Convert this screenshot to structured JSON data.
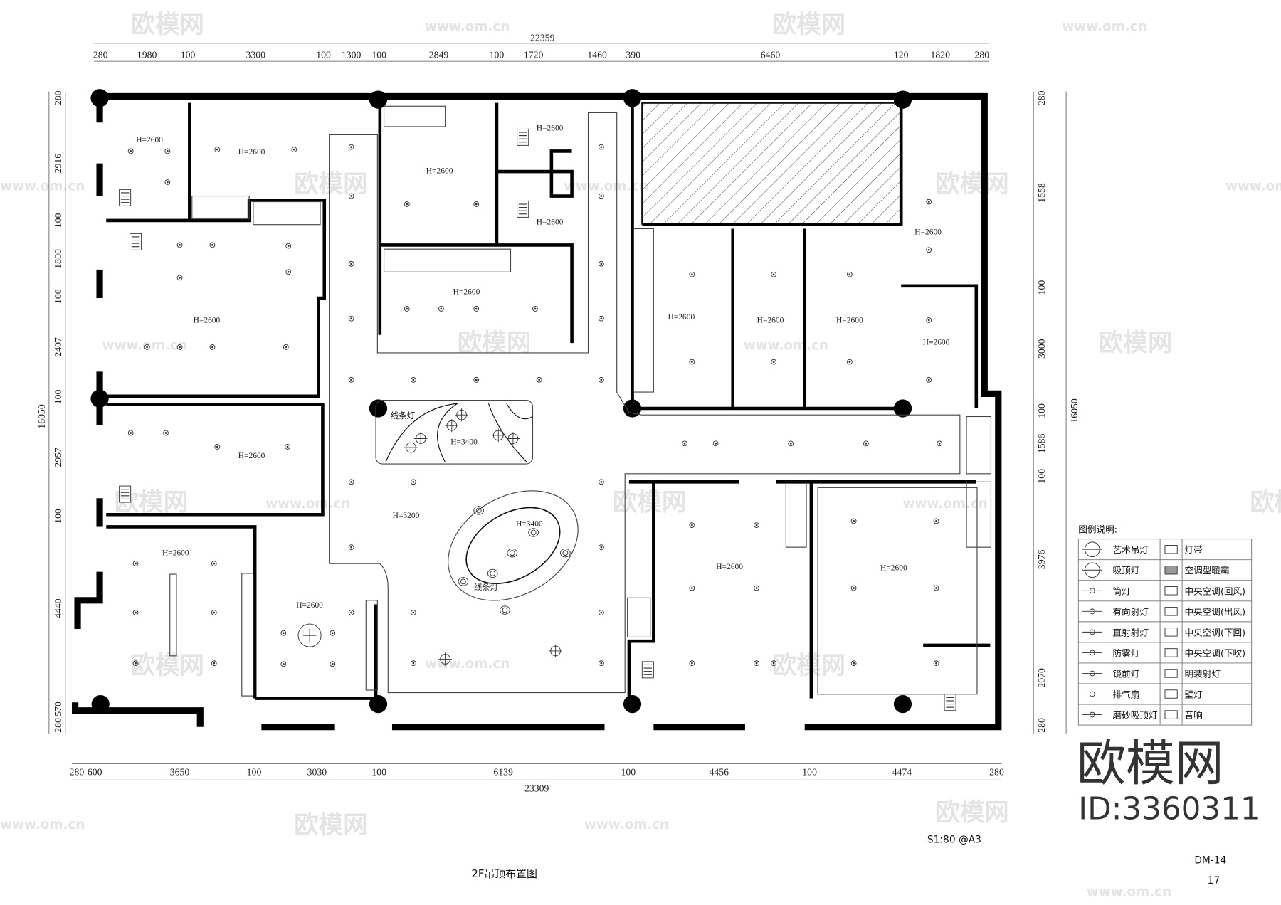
{
  "drawing": {
    "title": "2F吊顶布置图",
    "scale": "S1:80 @A3",
    "sheet_code": "DM-14",
    "page_number": "17"
  },
  "dimensions": {
    "top_total": "22359",
    "top": [
      "280",
      "1980",
      "100",
      "3300",
      "100",
      "1300",
      "100",
      "2849",
      "100",
      "1720",
      "1460",
      "390",
      "6460",
      "120",
      "1820",
      "280"
    ],
    "bottom_total": "23309",
    "bottom": [
      "280",
      "600",
      "3650",
      "100",
      "3030",
      "100",
      "6139",
      "100",
      "4456",
      "100",
      "4474",
      "280"
    ],
    "left_total": "16050",
    "left": [
      "280",
      "2916",
      "100",
      "1800",
      "100",
      "2407",
      "100",
      "2957",
      "100",
      "4440",
      "570",
      "280"
    ],
    "right_total": "16050",
    "right": [
      "280",
      "1558",
      "100",
      "3000",
      "100",
      "1586",
      "100",
      "3976",
      "2070",
      "280"
    ]
  },
  "ceiling_labels": {
    "room_height": "H=2600",
    "hall_height": "H=3200",
    "feature_height": "H=3400",
    "line_light": "线条灯"
  },
  "legend": {
    "title": "图例说明:",
    "rows": [
      {
        "left": "艺术吊灯",
        "right": "灯带"
      },
      {
        "left": "吸顶灯",
        "right": "空调型暖霸"
      },
      {
        "left": "筒灯",
        "right": "中央空调(回风)"
      },
      {
        "left": "有向射灯",
        "right": "中央空调(出风)"
      },
      {
        "left": "直射射灯",
        "right": "中央空调(下回)"
      },
      {
        "left": "防雾灯",
        "right": "中央空调(下吹)"
      },
      {
        "left": "镜前灯",
        "right": "明装射灯"
      },
      {
        "left": "排气扇",
        "right": "壁灯"
      },
      {
        "left": "磨砂吸顶灯",
        "right": "音响"
      }
    ]
  },
  "watermark": {
    "brand": "欧模网",
    "id": "ID:3360311",
    "url": "www.om.cn"
  }
}
